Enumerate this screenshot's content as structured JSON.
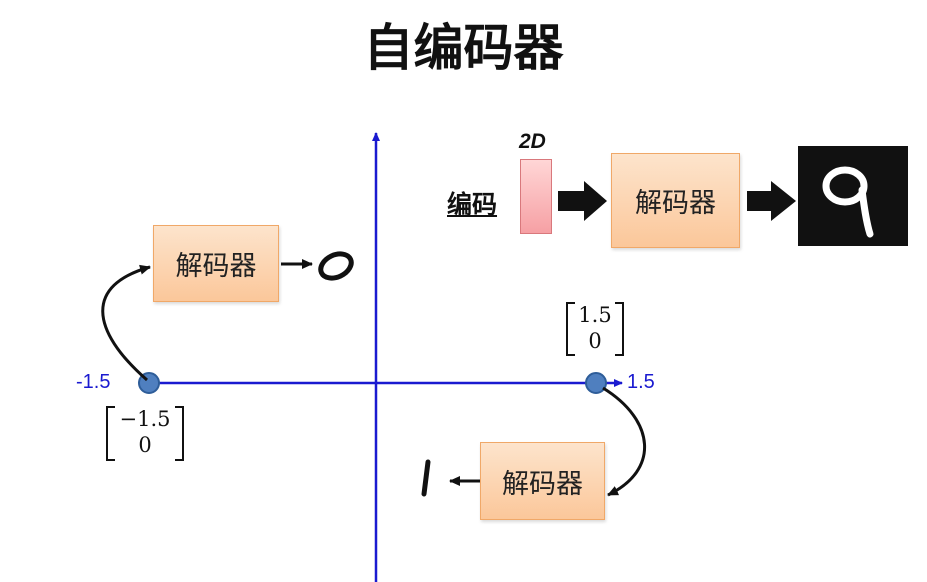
{
  "title": "自编码器",
  "legend": {
    "code_label": "编码",
    "dim_label": "2D",
    "decoder_label": "解码器"
  },
  "decoders": [
    {
      "label": "解码器"
    },
    {
      "label": "解码器"
    }
  ],
  "axis": {
    "neg_tick": "-1.5",
    "pos_tick": "1.5"
  },
  "points": [
    {
      "vector": [
        "1.5",
        "0"
      ]
    },
    {
      "vector": [
        "−1.5",
        "0"
      ]
    }
  ],
  "colors": {
    "axis": "#1a1ad0",
    "point": "#4f7fbf",
    "box_fill": "#fbc79a",
    "code_fill": "#f6a0a4"
  },
  "icons": [
    "digit-zero-glyph",
    "digit-one-glyph",
    "digit-nine-image",
    "thick-right-arrow-icon"
  ]
}
